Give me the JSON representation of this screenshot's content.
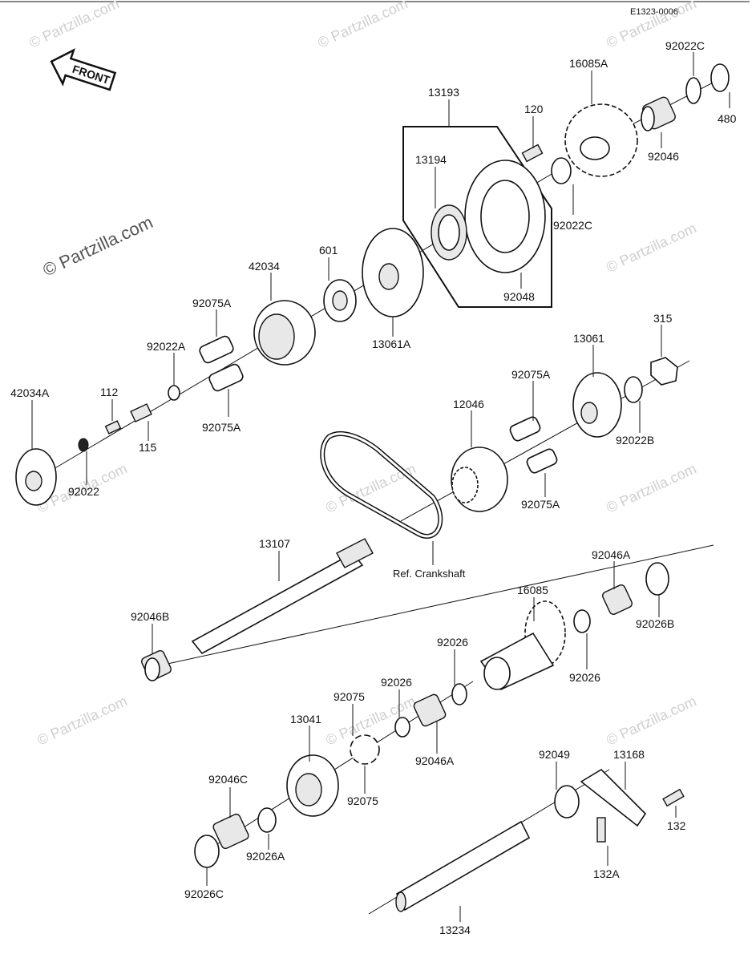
{
  "diagram_code": "E1323-0006",
  "front_label": "FRONT",
  "watermark": {
    "text": "© Partzilla.com",
    "main_text": "© Partzilla.com"
  },
  "reference_label": "Ref. Crankshaft",
  "part_labels": [
    "13193",
    "120",
    "16085A",
    "92022C",
    "480",
    "92046",
    "13194",
    "92022C",
    "92048",
    "601",
    "42034",
    "13061A",
    "92075A",
    "92022A",
    "92075A",
    "42034A",
    "112",
    "115",
    "92022",
    "315",
    "13061",
    "92075A",
    "12046",
    "92022B",
    "92075A",
    "13107",
    "92046A",
    "92026B",
    "16085",
    "92046B",
    "92026",
    "92026",
    "92026",
    "92075",
    "13041",
    "92046A",
    "92075",
    "92049",
    "13168",
    "92046C",
    "92026A",
    "132",
    "132A",
    "92026C",
    "13234"
  ]
}
